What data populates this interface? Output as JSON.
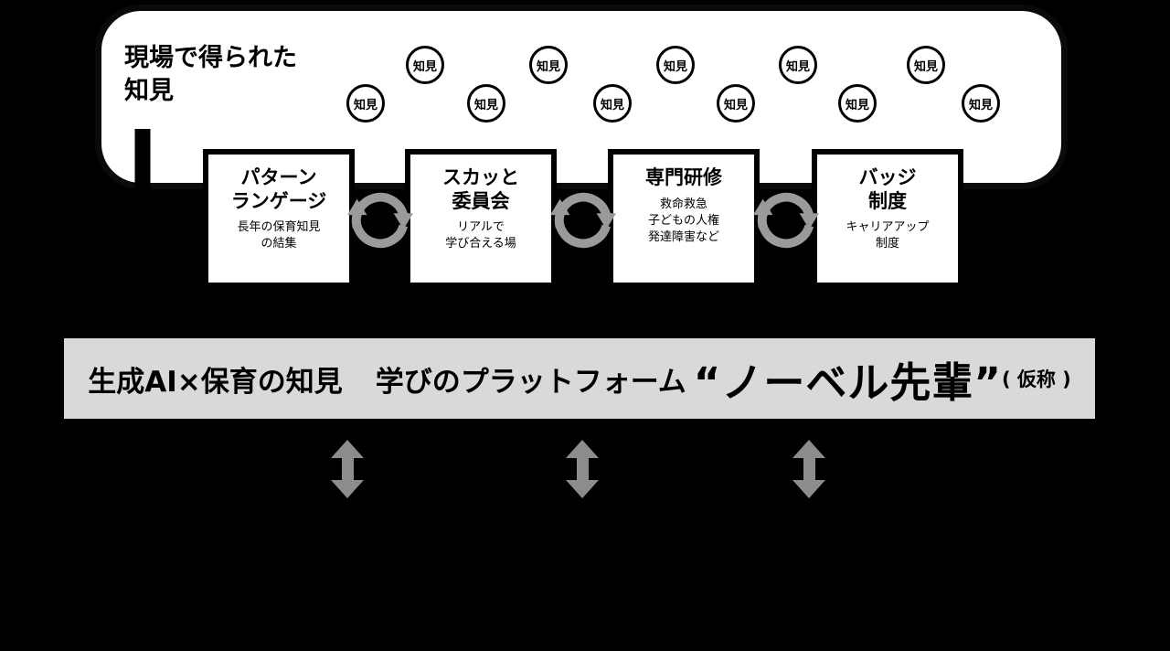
{
  "panel": {
    "title_line1": "現場で得られた",
    "title_line2": "知見",
    "knowledge_label": "知見"
  },
  "boxes": [
    {
      "title_lines": [
        "パターン",
        "ランゲージ"
      ],
      "sub_lines": [
        "長年の保育知見",
        "の結集"
      ]
    },
    {
      "title_lines": [
        "スカッと",
        "委員会"
      ],
      "sub_lines": [
        "リアルで",
        "学び合える場"
      ]
    },
    {
      "title_lines": [
        "専門研修"
      ],
      "sub_lines": [
        "救命救急",
        "子どもの人権",
        "発達障害など"
      ]
    },
    {
      "title_lines": [
        "バッジ",
        "制度"
      ],
      "sub_lines": [
        "キャリアアップ",
        "制度"
      ]
    }
  ],
  "banner": {
    "part1": "生成AI×保育の知見",
    "part2": "学びのプラットフォーム",
    "part3": "“ノーベル先輩”",
    "part4": "( 仮称 )"
  },
  "colors": {
    "banner_bg": "#d9d9d9",
    "cycle_arrow": "#9a9a9a",
    "double_arrow": "#8c8c8c"
  }
}
